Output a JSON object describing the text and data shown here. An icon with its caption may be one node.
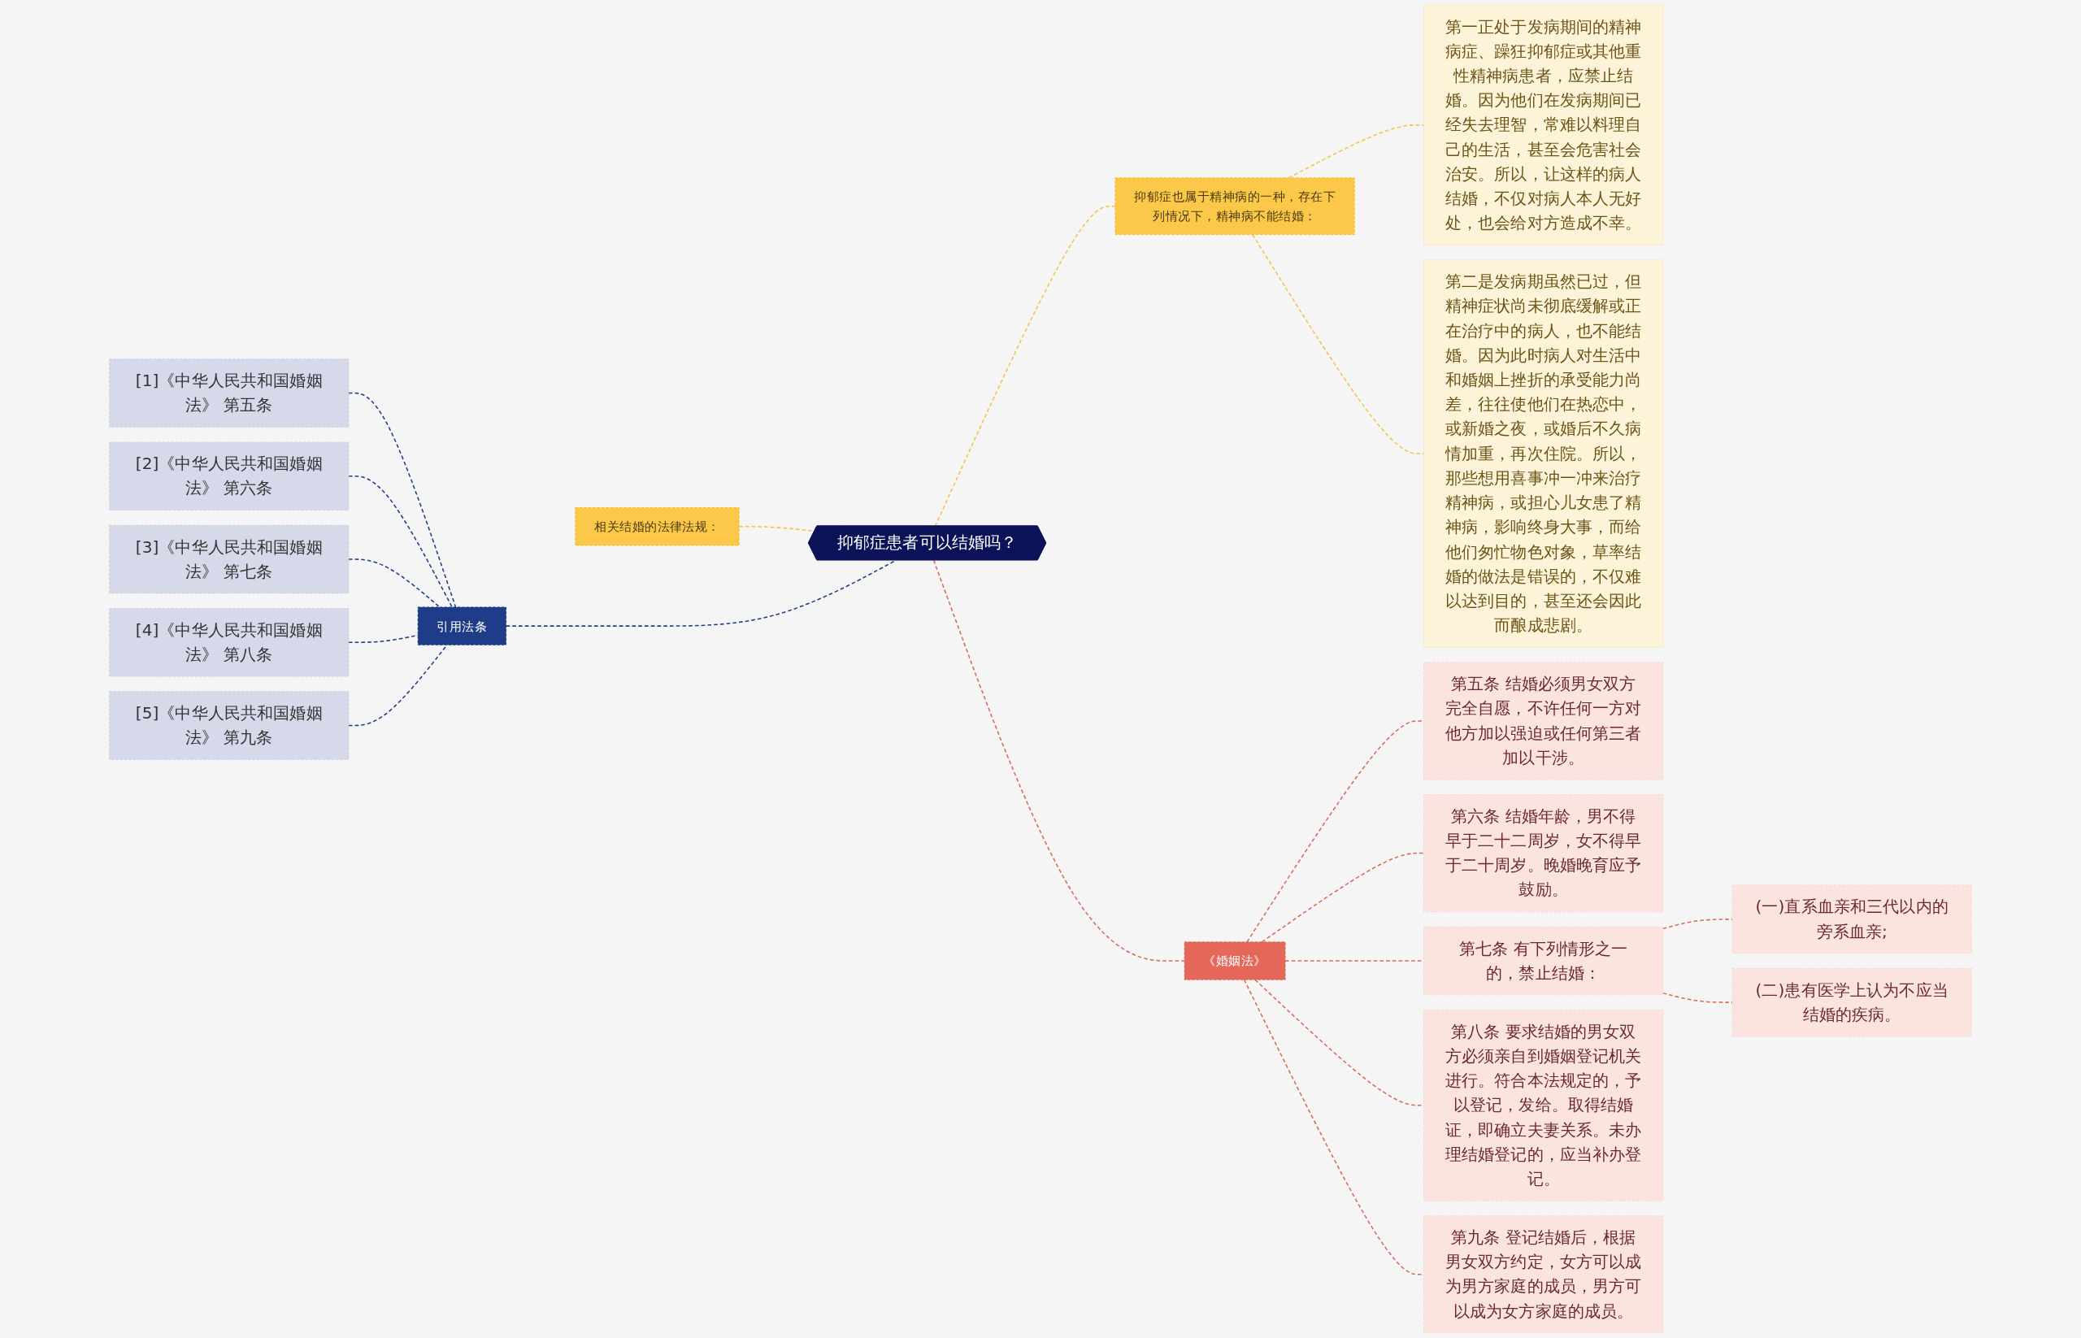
{
  "diagram": {
    "nodes": [
      {
        "text": [
          "抑郁症患者可以结婚吗？"
        ]
      },
      {
        "text": [
          "相关结婚的法律法规："
        ]
      },
      {
        "text": [
          "引用法条"
        ]
      },
      {
        "text": [
          "[1]《中华人民共和国婚姻法》 第五条"
        ]
      },
      {
        "text": [
          "[2]《中华人民共和国婚姻法》 第六条"
        ]
      },
      {
        "text": [
          "[3]《中华人民共和国婚姻法》 第七条"
        ]
      },
      {
        "text": [
          "[4]《中华人民共和国婚姻法》 第八条"
        ]
      },
      {
        "text": [
          "[5]《中华人民共和国婚姻法》 第九条"
        ]
      },
      {
        "text": [
          "抑郁症也属于精神病的一种，存在下列情况下，精神病不能结婚："
        ]
      },
      {
        "text": [
          "第一正处于发病期间的精神病症、躁狂抑郁症或其他重性精神病患者，应禁止结婚。因为他们在发病期间已经失去理智，常难以料理自己的生活，甚至会危害社会治安。所以，让这样的病人结婚，不仅对病人本人无好处，也会给对方造成不幸。"
        ]
      },
      {
        "text": [
          "第二是发病期虽然已过，但精神症状尚未彻底缓解或正在治疗中的病人，也不能结婚。因为此时病人对生活中和婚姻上挫折的承受能力尚差，往往使他们在热恋中，或新婚之夜，或婚后不久病情加重，再次住院。所以，那些想用喜事冲一冲来治疗精神病，或担心儿女患了精神病，影响终身大事，而给他们匆忙物色对象，草率结婚的做法是错误的，不仅难以达到目的，甚至还会因此而酿成悲剧。"
        ]
      },
      {
        "text": [
          "《婚姻法》"
        ]
      },
      {
        "text": [
          "第五条 结婚必须男女双方完全自愿，不许任何一方对他方加以强迫或任何第三者加以干涉。"
        ]
      },
      {
        "text": [
          "第六条 结婚年龄，男不得早于二十二周岁，女不得早于二十周岁。晚婚晚育应予鼓励。"
        ]
      },
      {
        "text": [
          "第七条 有下列情形之一的，禁止结婚："
        ]
      },
      {
        "text": [
          "(一)直系血亲和三代以内的旁系血亲;"
        ]
      },
      {
        "text": [
          "(二)患有医学上认为不应当结婚的疾病。"
        ]
      },
      {
        "text": [
          "第八条 要求结婚的男女双方必须亲自到婚姻登记机关进行。符合本法规定的，予以登记，发给。取得结婚证，即确立夫妻关系。未办理结婚登记的，应当补办登记。"
        ]
      },
      {
        "text": [
          "第九条 登记结婚后，根据男女双方约定，女方可以成为男方家庭的成员，男方可以成为女方家庭的成员。"
        ]
      }
    ],
    "edges": [
      {
        "from": 1,
        "to": 0,
        "arrow": "none",
        "style": "dashed",
        "color": "#f5c242"
      },
      {
        "from": 2,
        "to": 0,
        "arrow": "none",
        "style": "dashed",
        "color": "#1f3c88"
      },
      {
        "from": 3,
        "to": 2,
        "arrow": "none",
        "style": "dashed",
        "color": "#1f3c88"
      },
      {
        "from": 4,
        "to": 2,
        "arrow": "none",
        "style": "dashed",
        "color": "#1f3c88"
      },
      {
        "from": 5,
        "to": 2,
        "arrow": "none",
        "style": "dashed",
        "color": "#1f3c88"
      },
      {
        "from": 6,
        "to": 2,
        "arrow": "none",
        "style": "dashed",
        "color": "#1f3c88"
      },
      {
        "from": 7,
        "to": 2,
        "arrow": "none",
        "style": "dashed",
        "color": "#1f3c88"
      },
      {
        "from": 0,
        "to": 8,
        "arrow": "none",
        "style": "dashed",
        "color": "#f5c242"
      },
      {
        "from": 8,
        "to": 9,
        "arrow": "none",
        "style": "dashed",
        "color": "#f5c242"
      },
      {
        "from": 8,
        "to": 10,
        "arrow": "none",
        "style": "dashed",
        "color": "#f5c242"
      },
      {
        "from": 0,
        "to": 11,
        "arrow": "none",
        "style": "dashed"
      },
      {
        "from": 11,
        "to": 12,
        "arrow": "none",
        "style": "dashed"
      },
      {
        "from": 11,
        "to": 13,
        "arrow": "none",
        "style": "dashed"
      },
      {
        "from": 11,
        "to": 14,
        "arrow": "none",
        "style": "dashed"
      },
      {
        "from": 14,
        "to": 15,
        "arrow": "none",
        "style": "dashed"
      },
      {
        "from": 14,
        "to": 16,
        "arrow": "none",
        "style": "dashed"
      },
      {
        "from": 11,
        "to": 17,
        "arrow": "none",
        "style": "dashed"
      },
      {
        "from": 11,
        "to": 18,
        "arrow": "none",
        "style": "dashed"
      }
    ]
  }
}
